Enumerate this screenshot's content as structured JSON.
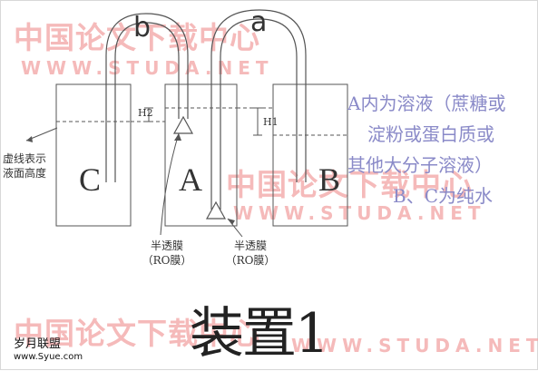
{
  "watermarks": {
    "cn": "中国论文下载中心",
    "en": "WWW.STUDA.NET"
  },
  "tubes": {
    "b": "b",
    "a": "a"
  },
  "beakers": {
    "c": "C",
    "a": "A",
    "b": "B"
  },
  "heights": {
    "h2": "H2",
    "h1": "H1"
  },
  "notes": {
    "dashed_line": [
      "虚线表示",
      "液面高度"
    ],
    "membrane_left": [
      "半透膜",
      "（RO膜）"
    ],
    "membrane_right": [
      "半透膜",
      "（RO膜）"
    ]
  },
  "side_text": [
    "A内为溶液（蔗糖或",
    "淀粉或蛋白质或",
    "其他大分子溶液）",
    "B、C为纯水"
  ],
  "title": "装置1",
  "logo": {
    "brand": "岁月联盟",
    "url": "www.Syue.com"
  }
}
